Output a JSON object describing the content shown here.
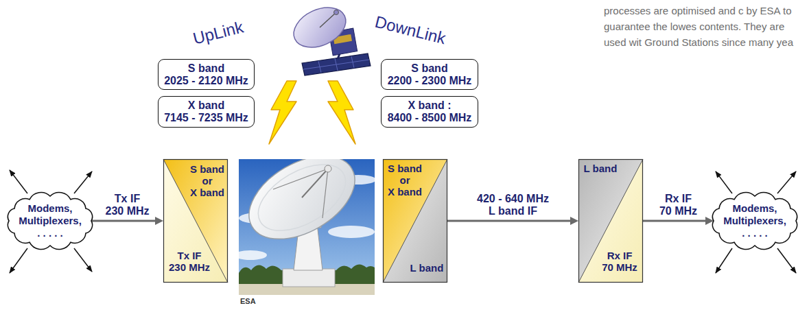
{
  "diagram": {
    "nodes": [
      {
        "text": [
          "S band",
          "2025 - 2120 MHz"
        ]
      },
      {
        "text": [
          "S band",
          "2200 - 2300 MHz"
        ]
      },
      {
        "text": [
          "X band",
          "7145 - 7235 MHz"
        ]
      },
      {
        "text": [
          "X band :",
          "8400 - 8500 MHz"
        ]
      },
      {
        "text": [
          "Modems, Multiplexers, . . . . ."
        ]
      },
      {
        "text": [
          "S band",
          "or",
          "X band",
          "Tx IF 230 MHz"
        ]
      },
      {
        "text": [
          "S band",
          "or",
          "X band",
          "L band"
        ]
      },
      {
        "text": [
          "L band",
          "Rx IF 70 MHz"
        ]
      },
      {
        "text": [
          "Modems, Multiplexers, . . . . ."
        ]
      }
    ],
    "edges": [
      {
        "from": 4,
        "to": 5,
        "label": "Tx IF 230 MHz",
        "arrow": "to"
      },
      {
        "from": 6,
        "to": 7,
        "label": "420 - 640 MHz L band IF",
        "arrow": "to"
      },
      {
        "from": 7,
        "to": 8,
        "label": "Rx IF 70 MHz",
        "arrow": "to"
      }
    ],
    "labels": [
      "UpLink",
      "DownLink",
      "ESA",
      "processes are optimised and c by ESA to guarantee the lowes contents. They are used wit Ground Stations since many yea"
    ]
  }
}
